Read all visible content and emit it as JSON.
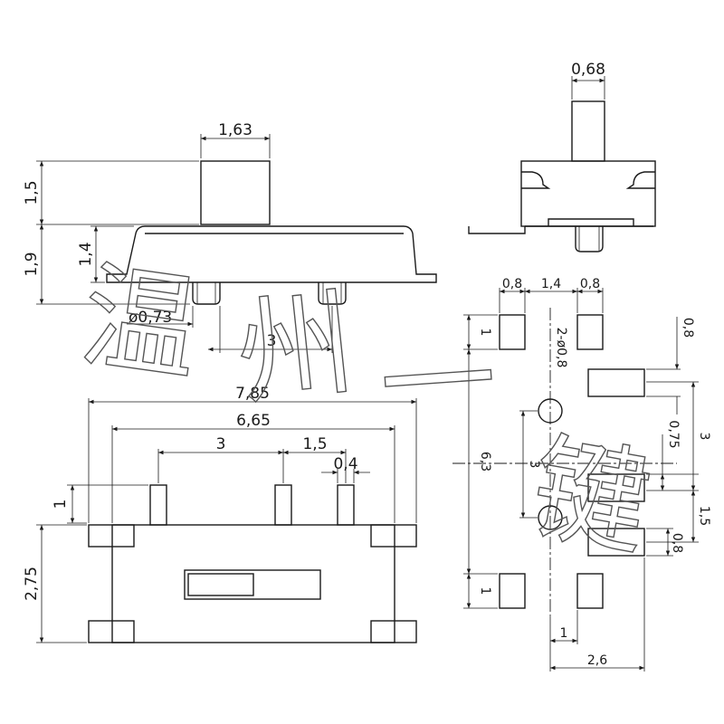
{
  "dimensions": {
    "top_stem_width": "1,63",
    "top_stem_height": "1,5",
    "body_height": "1,9",
    "inner_height": "1,4",
    "pin_diameter": "ø0,73",
    "pin_pitch_side": "3",
    "side_actuator_width": "0,68",
    "overall_length": "7,85",
    "body_length": "6,65",
    "pin_span": "3",
    "pin_spacing": "1,5",
    "pin_width": "0,4",
    "pin_height": "1",
    "body_depth": "2,75",
    "pad_w1": "0,8",
    "pad_gap": "1,4",
    "pad_w2": "0,8",
    "pad_h_top": "1",
    "hole_callout": "2-ø0,8",
    "pad_h_right": "0,8",
    "pitch_075": "0,75",
    "span_3_right": "3",
    "span_3_center": "3",
    "total_63": "6,3",
    "pitch_15": "1,5",
    "pad_h_right2": "0,8",
    "pad_h_bottom": "1",
    "offset_1": "1",
    "total_width": "2,6"
  },
  "watermark": {
    "chars": [
      "温",
      "州",
      "一",
      "键"
    ]
  }
}
